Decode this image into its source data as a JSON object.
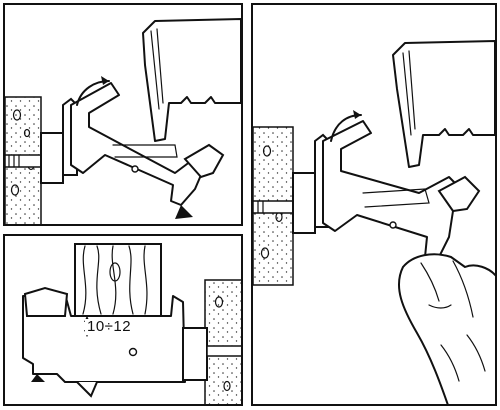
{
  "panels": [
    {
      "id": "panel-top-left",
      "content": "clip-rotation-step"
    },
    {
      "id": "panel-bottom-left",
      "content": "clip-gap-measure",
      "gap_label": "10÷12"
    },
    {
      "id": "panel-right",
      "content": "clip-release-step"
    }
  ]
}
